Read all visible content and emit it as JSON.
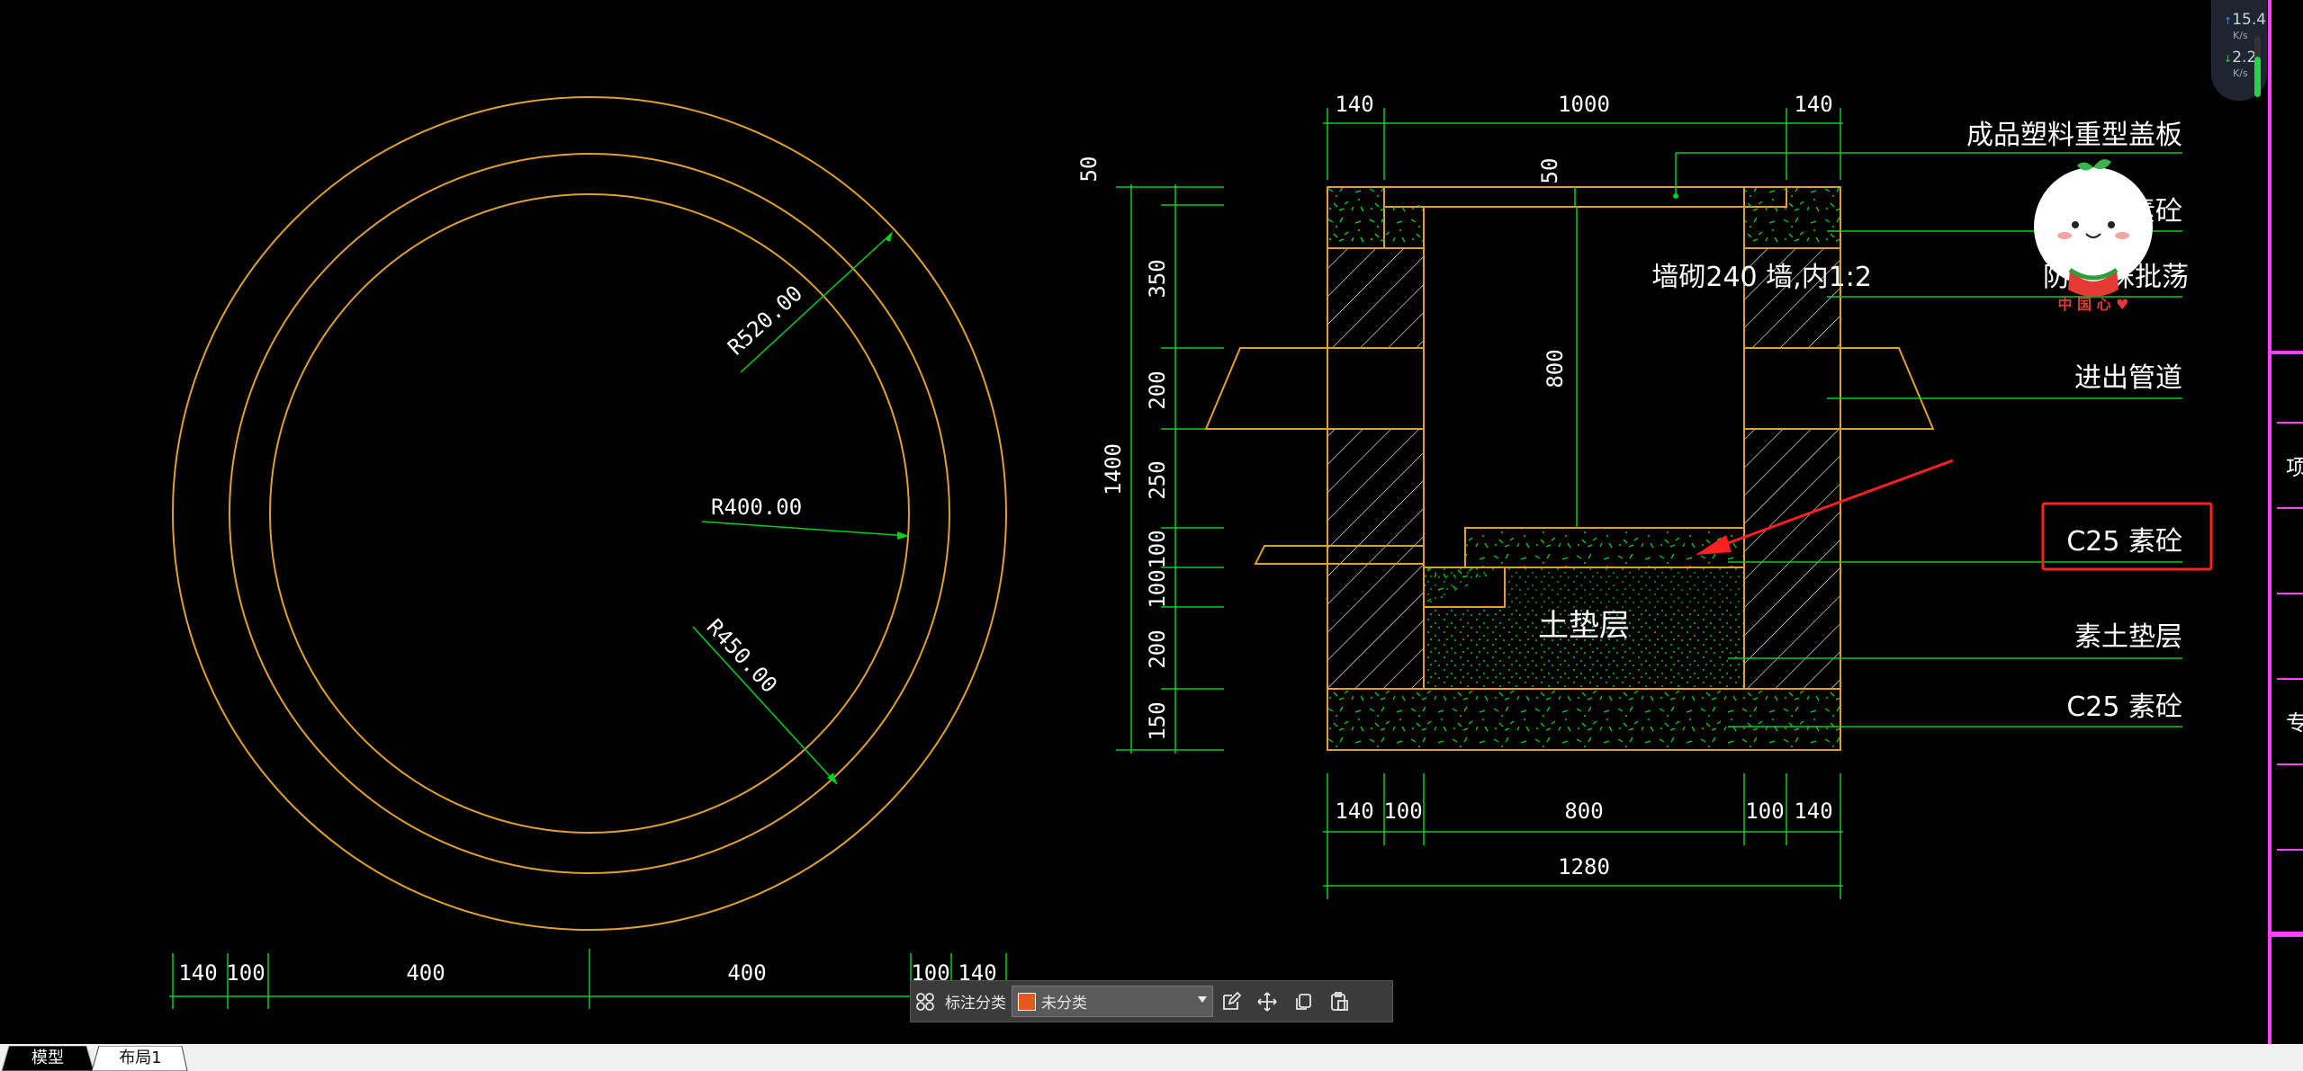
{
  "drawing": {
    "plan": {
      "radii": [
        "R520.00",
        "R400.00",
        "R450.00"
      ],
      "bottom_dims": [
        "140",
        "100",
        "400",
        "400",
        "100",
        "140"
      ]
    },
    "section": {
      "top_dims": [
        "140",
        "1000",
        "140"
      ],
      "cover_dim": "50",
      "left_dim_top": "50",
      "left_dims": [
        "350",
        "200",
        "250",
        "100",
        "100",
        "200",
        "150"
      ],
      "total_height": "1400",
      "inner_height": "800",
      "soil_label": "土垫层",
      "bottom_dims": [
        "140",
        "100",
        "800",
        "100",
        "140"
      ],
      "total_width": "1280"
    },
    "callouts": [
      "成品塑料重型盖板",
      "素砼",
      "墙砌240  墙,内1:2",
      "防",
      "抹批荡",
      "进出管道",
      "C25  素砼",
      "素土垫层",
      "C25  素砼"
    ]
  },
  "sticker": {
    "text": "中 国 心 ♥"
  },
  "network": {
    "up_value": "15.4",
    "up_unit": "K/s",
    "down_value": "2.2",
    "down_unit": "K/s",
    "up_arrow": "↑",
    "down_arrow": "↓"
  },
  "side_panel": {
    "chars": [
      "项",
      "专"
    ]
  },
  "annotation_toolbar": {
    "label": "标注分类",
    "selected": "未分类",
    "swatch_color": "#e35b1c"
  },
  "tabs": [
    {
      "label": "模型",
      "active": true
    },
    {
      "label": "布局1",
      "active": false
    }
  ],
  "colors": {
    "wall": "#e0a030",
    "dimension": "#00d020",
    "text": "#ffffff",
    "highlight": "#ff2020",
    "panel_accent": "#ff40ff"
  }
}
